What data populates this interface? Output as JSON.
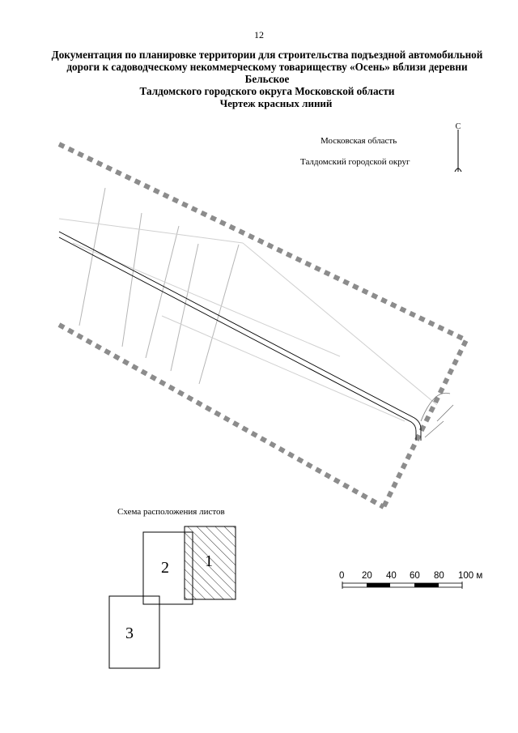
{
  "page": {
    "number": "12",
    "title_lines": [
      "Документация по планировке территории для строительства подъездной автомобильной",
      "дороги к садоводческому некоммерческому товариществу «Осень» вблизи деревни Бельское",
      "Талдомского городского округа Московской области"
    ],
    "drawing_title": "Чертеж красных линий"
  },
  "map": {
    "region_label": "Московская область",
    "district_label": "Талдомский городской округ",
    "north_arrow_letter": "С",
    "border_color": "#8c8c8c"
  },
  "scheme": {
    "label": "Схема расположения листов",
    "sheets": [
      {
        "number": "1",
        "hatched": true
      },
      {
        "number": "2",
        "hatched": false
      },
      {
        "number": "3",
        "hatched": false
      }
    ]
  },
  "scale_bar": {
    "labels": [
      "0",
      "20",
      "40",
      "60",
      "80",
      "100 м"
    ]
  }
}
